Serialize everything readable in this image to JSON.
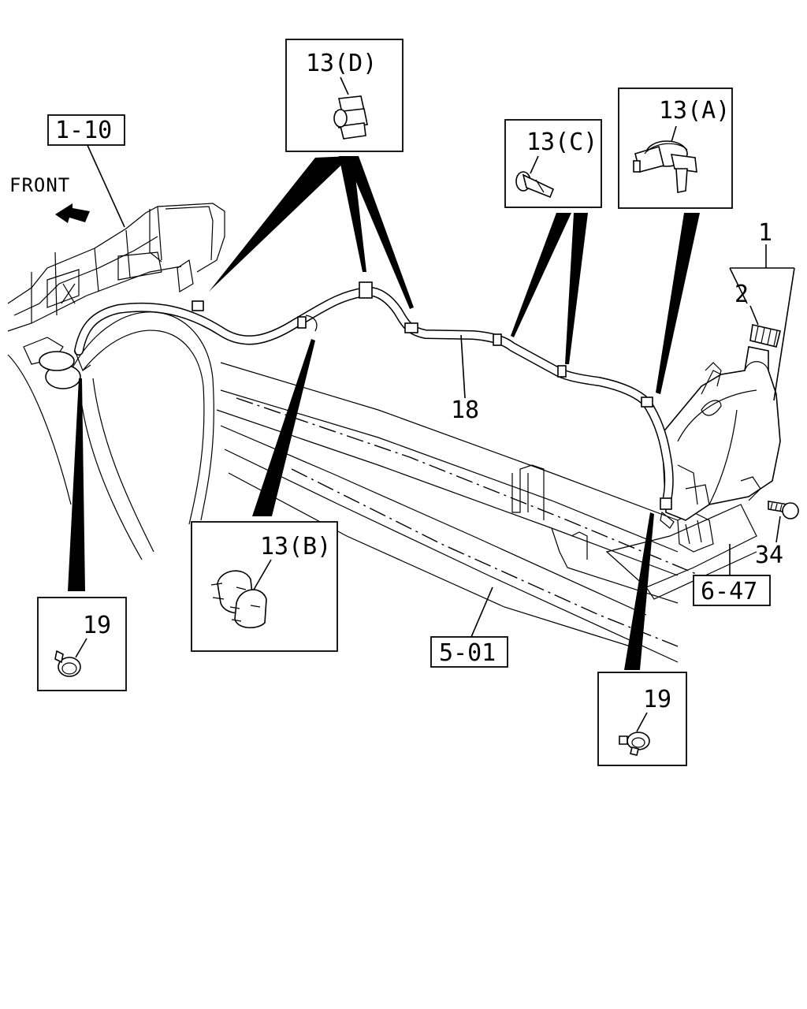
{
  "labels": {
    "front": "FRONT",
    "ref_1_10": "1-10",
    "ref_5_01": "5-01",
    "ref_6_47": "6-47",
    "part_1": "1",
    "part_2": "2",
    "part_18": "18",
    "part_34": "34",
    "inset_13D": "13(D)",
    "inset_13C": "13(C)",
    "inset_13A": "13(A)",
    "inset_13B": "13(B)",
    "inset_19_left": "19",
    "inset_19_right": "19"
  }
}
